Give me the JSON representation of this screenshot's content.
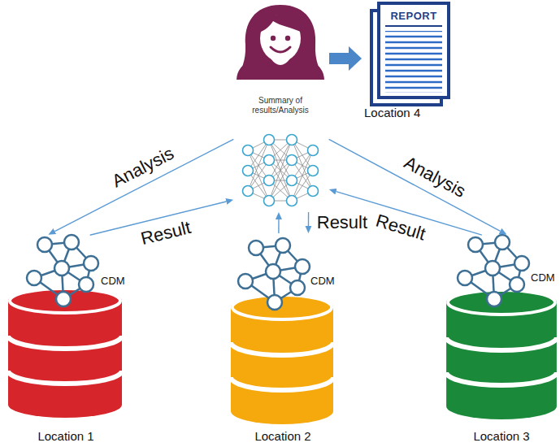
{
  "diagram": {
    "nodes": [
      {
        "text": [
          "Summary of results/Analysis"
        ]
      },
      {
        "text": [
          "REPORT",
          "Location 4"
        ]
      },
      {
        "text": [
          "CDM",
          "Location 1"
        ]
      },
      {
        "text": [
          "CDM",
          "Location 2"
        ]
      },
      {
        "text": [
          "CDM",
          "Location 3"
        ]
      }
    ],
    "edges": [
      {
        "from": 0,
        "to": 1,
        "arrow": "to"
      },
      {
        "from": 0,
        "to": 2,
        "label": "Analysis",
        "arrow": "to"
      },
      {
        "from": 2,
        "to": 0,
        "label": "Result",
        "arrow": "to"
      },
      {
        "from": 0,
        "to": 3,
        "arrow": "to"
      },
      {
        "from": 3,
        "to": 0,
        "label": "Result",
        "arrow": "to"
      },
      {
        "from": 0,
        "to": 4,
        "label": "Analysis",
        "arrow": "to"
      },
      {
        "from": 4,
        "to": 0,
        "label": "Result",
        "arrow": "to"
      }
    ]
  }
}
